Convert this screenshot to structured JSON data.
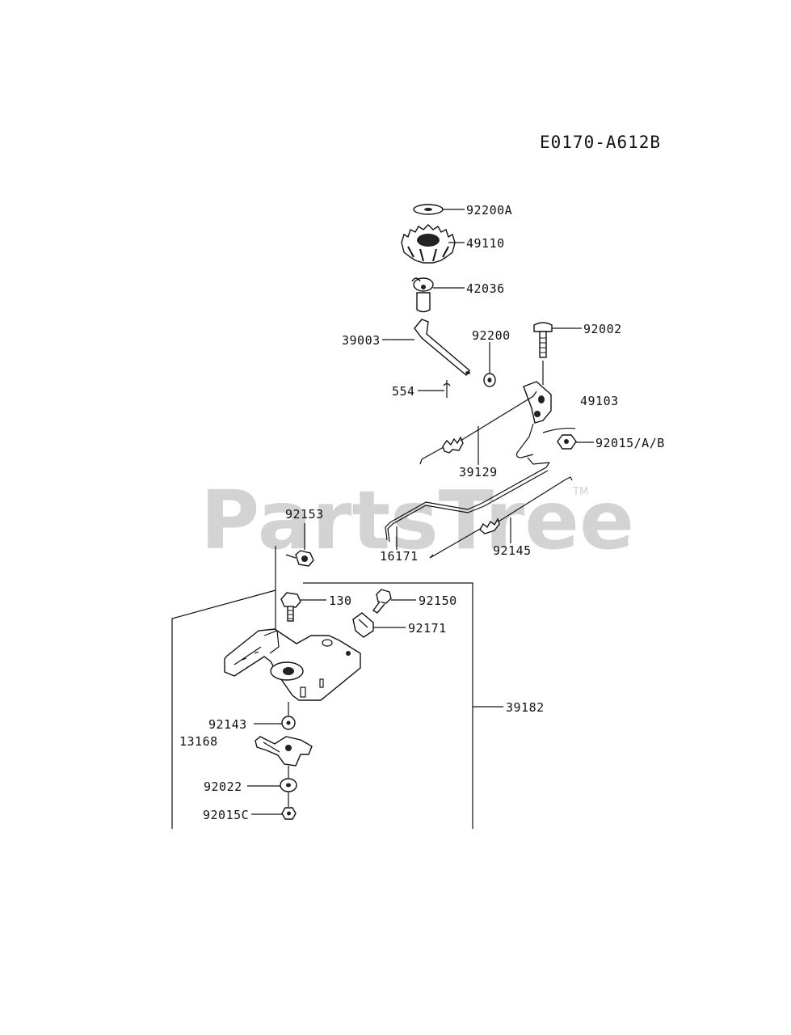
{
  "diagram_code": "E0170-A612B",
  "watermark": {
    "text": "PartsTree",
    "mark": "TM"
  },
  "part_labels": {
    "p92200A": "92200A",
    "p49110": "49110",
    "p42036": "42036",
    "p39003": "39003",
    "p92200": "92200",
    "p92002": "92002",
    "p554": "554",
    "p49103": "49103",
    "p92015AB": "92015/A/B",
    "p39129": "39129",
    "p92153": "92153",
    "p16171": "16171",
    "p92145": "92145",
    "p130": "130",
    "p92150": "92150",
    "p92171": "92171",
    "p39182": "39182",
    "p92143": "92143",
    "p13168": "13168",
    "p92022": "92022",
    "p92015C": "92015C"
  }
}
